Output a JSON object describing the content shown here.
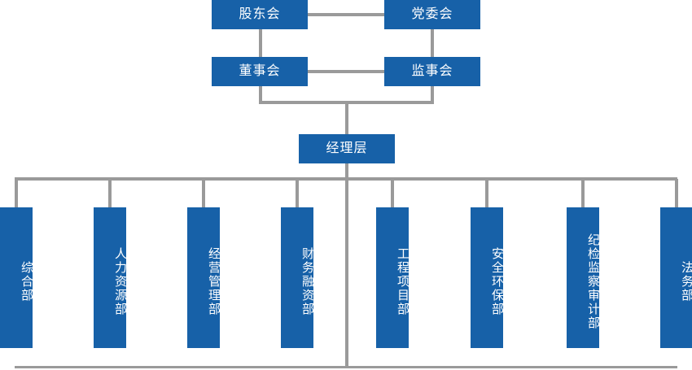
{
  "chart": {
    "type": "org-chart",
    "title": "",
    "colors": {
      "node_fill": "#1761A8",
      "node_text": "#ffffff",
      "connector": "#9a9a9a",
      "background": "#ffffff"
    },
    "levels": [
      {
        "level": 1,
        "nodes": [
          {
            "id": "shareholders",
            "label": "股东会"
          },
          {
            "id": "party-committee",
            "label": "党委会"
          }
        ]
      },
      {
        "level": 2,
        "nodes": [
          {
            "id": "board-of-directors",
            "label": "董事会"
          },
          {
            "id": "board-of-supervisors",
            "label": "监事会"
          }
        ]
      },
      {
        "level": 3,
        "nodes": [
          {
            "id": "management",
            "label": "经理层"
          }
        ]
      },
      {
        "level": 4,
        "nodes": [
          {
            "id": "general-affairs",
            "label": "综合部"
          },
          {
            "id": "human-resources",
            "label": "人力资源部"
          },
          {
            "id": "operations-management",
            "label": "经营管理部"
          },
          {
            "id": "finance-financing",
            "label": "财务融资部"
          },
          {
            "id": "engineering-project",
            "label": "工程项目部"
          },
          {
            "id": "safety-environment",
            "label": "安全环保部"
          },
          {
            "id": "discipline-audit",
            "label": "纪检监察审计部"
          },
          {
            "id": "legal-affairs",
            "label": "法务部"
          }
        ]
      }
    ],
    "connections": [
      {
        "from": "shareholders",
        "to": "party-committee",
        "style": "horizontal"
      },
      {
        "from": "shareholders",
        "to": "board-of-directors",
        "style": "vertical"
      },
      {
        "from": "party-committee",
        "to": "board-of-supervisors",
        "style": "vertical"
      },
      {
        "from": "board-of-directors",
        "to": "board-of-supervisors",
        "style": "horizontal"
      },
      {
        "from": "board-of-directors",
        "to": "management",
        "style": "elbow"
      },
      {
        "from": "board-of-supervisors",
        "to": "management",
        "style": "elbow"
      },
      {
        "from": "management",
        "to": "departments",
        "style": "bus"
      }
    ]
  }
}
